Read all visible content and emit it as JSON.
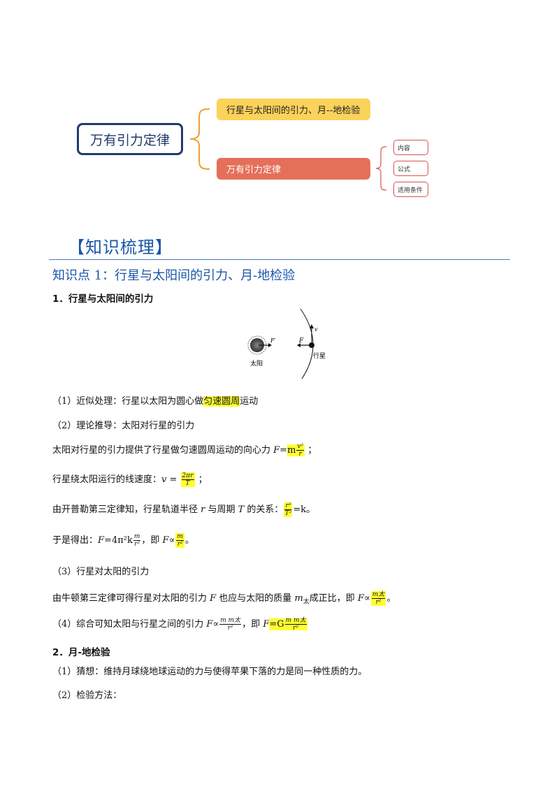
{
  "mindmap": {
    "root": "万有引力定律",
    "branches": [
      {
        "label": "行星与太阳间的引力、月--地检验",
        "color": "#fbd25a"
      },
      {
        "label": "万有引力定律",
        "color": "#e5705a"
      }
    ],
    "leaves": [
      "内容",
      "公式",
      "适用条件"
    ]
  },
  "section_title": "【知识梳理】",
  "knowledge_point_title": "知识点 1：行星与太阳间的引力、月-地检验",
  "heading1": "1．行星与太阳间的引力",
  "figure": {
    "sun_label": "太阳",
    "planet_label": "行星",
    "force_label_sun": "F′",
    "force_label_planet": "F",
    "velocity_label": "v"
  },
  "lines": {
    "l1_pre": "（1）近似处理：行星以太阳为圆心做",
    "l1_hl": "匀速圆周",
    "l1_post": "运动",
    "l2": "（2）理论推导：太阳对行星的引力",
    "l3_pre": "太阳对行星的引力提供了行星做匀速圆周运动的向心力 ",
    "l3_F": "F",
    "l3_eq": "=",
    "l3_m": "m",
    "l3_num": "v²",
    "l3_den": "r",
    "l3_post": " ；",
    "l4_pre": "行星绕太阳运行的线速度：",
    "l4_v": "v",
    "l4_eq": " = ",
    "l4_num": "2πr",
    "l4_den": "T",
    "l4_post": " ；",
    "l5_pre": "由开普勒第三定律知，行星轨道半径 ",
    "l5_r": "r",
    "l5_mid": " 与周期 ",
    "l5_T": "T",
    "l5_mid2": " 的关系：",
    "l5_num": "r³",
    "l5_den": "T²",
    "l5_post": "=k。",
    "l6_pre": "于是得出：",
    "l6_F": "F",
    "l6_eq": "=4π²k",
    "l6_num": "m",
    "l6_den": "r²",
    "l6_mid": "，即 ",
    "l6_F2": "F",
    "l6_prop": "∝",
    "l6_num2": "m",
    "l6_den2": "r²",
    "l6_post": "。",
    "l7": "（3）行星对太阳的引力",
    "l8_pre": "由牛顿第三定律可得行星对太阳的引力 ",
    "l8_F": "F",
    "l8_mid": " 也应与太阳的质量 ",
    "l8_m": "m",
    "l8_sub": "太",
    "l8_mid2": "成正比，即 ",
    "l8_F2": "F",
    "l8_prop": "∝",
    "l8_num": "m太",
    "l8_den": "r²",
    "l8_post": "。",
    "l9_pre": "（4）综合可知太阳与行星之间的引力 ",
    "l9_F": "F",
    "l9_prop": "∝",
    "l9_num": "m m太",
    "l9_den": "r²",
    "l9_mid": "，即 ",
    "l9_F2": "F",
    "l9_eq": "=G",
    "l9_num2": "m m太",
    "l9_den2": "r²"
  },
  "heading2": "2．月-地检验",
  "lines2": {
    "m1": "（1）猜想：维持月球绕地球运动的力与使得苹果下落的力是同一种性质的力。",
    "m2": "（2）检验方法："
  },
  "colors": {
    "title_blue": "#1a56a8",
    "highlight": "#ffff33",
    "root_border": "#1f3a6b"
  }
}
